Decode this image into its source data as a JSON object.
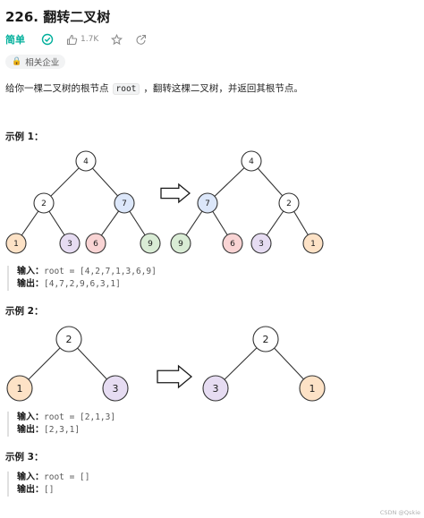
{
  "problem": {
    "title": "226. 翻转二叉树",
    "difficulty": "简单",
    "likes": "1.7K",
    "tag": "相关企业",
    "description_pre": "给你一棵二叉树的根节点",
    "description_code": "root",
    "description_post": "，翻转这棵二叉树，并返回其根节点。"
  },
  "examples": [
    {
      "title": "示例 1：",
      "input_label": "输入：",
      "input_value": "root = [4,2,7,1,3,6,9]",
      "output_label": "输出：",
      "output_value": "[4,7,2,9,6,3,1]",
      "left_tree": [
        "4",
        "2",
        "7",
        "1",
        "3",
        "6",
        "9"
      ],
      "right_tree": [
        "4",
        "7",
        "2",
        "9",
        "6",
        "3",
        "1"
      ]
    },
    {
      "title": "示例 2：",
      "input_label": "输入：",
      "input_value": "root = [2,1,3]",
      "output_label": "输出：",
      "output_value": "[2,3,1]",
      "left_tree": [
        "2",
        "1",
        "3"
      ],
      "right_tree": [
        "2",
        "3",
        "1"
      ]
    },
    {
      "title": "示例 3：",
      "input_label": "输入：",
      "input_value": "root = []",
      "output_label": "输出：",
      "output_value": "[]"
    }
  ],
  "node_colors": {
    "1": "#fde2c6",
    "2": "#ffffff",
    "3": "#e6dcf2",
    "4": "#ffffff",
    "6": "#f9d4d4",
    "7": "#dce7fa",
    "9": "#d9ecd5",
    "stroke": "#333333"
  },
  "accent": {
    "difficulty": "#00af9b",
    "check": "#00af9b"
  },
  "watermark": "CSDN @Qskie"
}
